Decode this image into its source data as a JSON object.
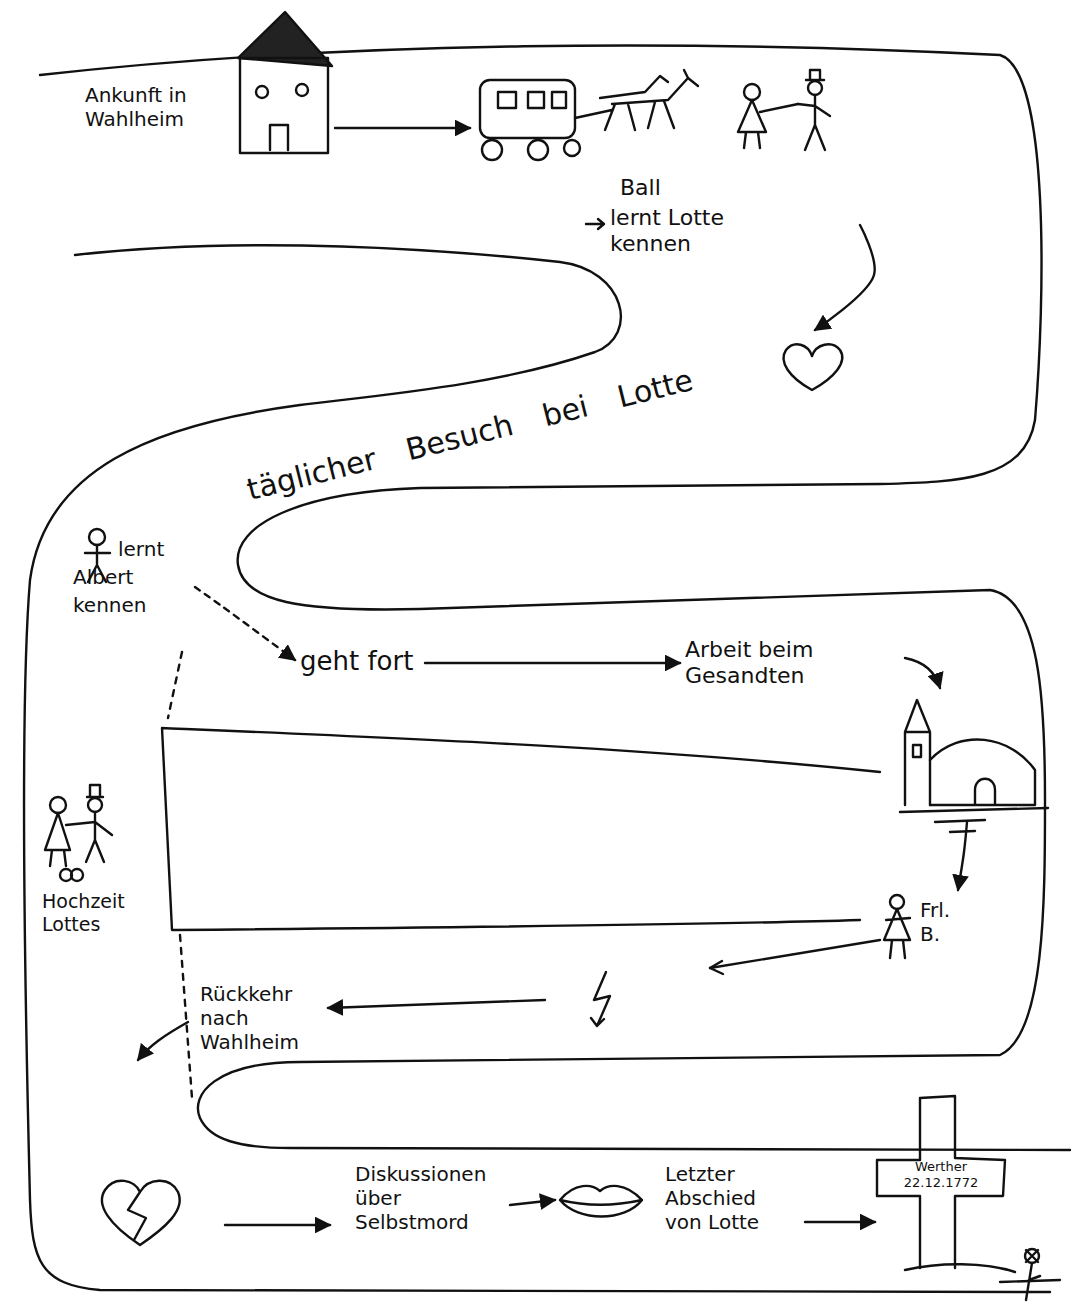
{
  "diagram": {
    "nodes": [
      {
        "text": [
          "Ankunft in Wahlheim"
        ]
      },
      {
        "text": [
          "Ball",
          "lernt Lotte kennen"
        ]
      },
      {
        "text": [
          "täglicher Besuch bei Lotte"
        ]
      },
      {
        "text": [
          "lernt Albert kennen"
        ]
      },
      {
        "text": [
          "geht fort"
        ]
      },
      {
        "text": [
          "Arbeit beim Gesandten"
        ]
      },
      {
        "text": [
          "Frl. B."
        ]
      },
      {
        "text": [
          "Rückkehr nach Wahlheim"
        ]
      },
      {
        "text": [
          "Hochzeit Lottes"
        ]
      },
      {
        "text": [
          "Diskussionen über Selbstmord"
        ]
      },
      {
        "text": [
          "Letzter Abschied von Lotte"
        ]
      },
      {
        "text": [
          "Werther 22.12.1772"
        ]
      }
    ],
    "edges": [
      {
        "from": 0,
        "to": 1,
        "arrow": "to"
      },
      {
        "from": 1,
        "to": 2,
        "arrow": "to"
      },
      {
        "from": 3,
        "to": 4,
        "arrow": "to"
      },
      {
        "from": 4,
        "to": 5,
        "arrow": "to"
      },
      {
        "from": 5,
        "to": 6,
        "arrow": "to"
      },
      {
        "from": 6,
        "to": 7,
        "arrow": "to"
      },
      {
        "from": 9,
        "to": 10,
        "arrow": "to"
      },
      {
        "from": 10,
        "to": 11,
        "arrow": "to"
      }
    ]
  }
}
